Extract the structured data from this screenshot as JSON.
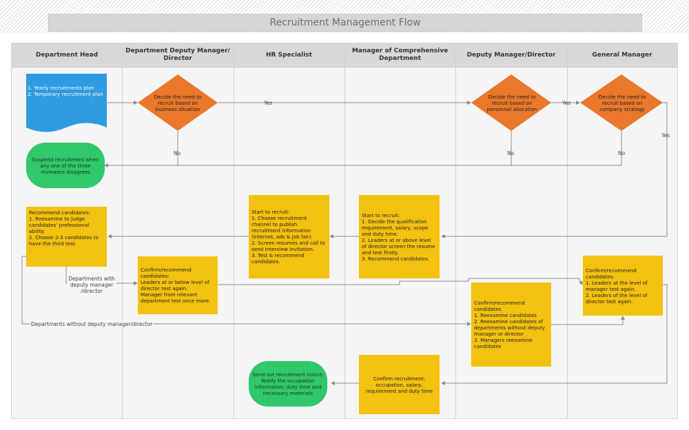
{
  "title": "Recruitment Management Flow",
  "lanes": [
    "Department Head",
    "Department Deputy Manager/ Director",
    "HR Specialist",
    "Manager of Comprehensive Department",
    "Deputy Manager/Director",
    "General Manager"
  ],
  "nodes": {
    "plan_doc": "1. Yearly recruitments plan\n2. Temporary recruitment plan",
    "decide_business": "Decide the need to recruit based on business situation",
    "decide_personnel": "Decide the need to recruit based on personnel allocation",
    "decide_strategy": "Decide the need to recruit based on company strategy",
    "suspend": "Suspend recruitment when any one of the three reviewers disagrees",
    "recommend_head": "Recommend candidates:\n1. Reexamine to judge candidates' professional ability.\n2. Choose 2-3 candidates to have the third test.",
    "hr_start": "Start to recruit:\n1. Choose recruitment channel to publish recruitment information (internet, ads & job fair).\n2. Screen resumes and call to send interview invitation.\n3. Test & recommend candidates.",
    "comp_start": "Start to recruit:\n1. Decide the qualification requirement, salary, scope and duty time.\n2. Leaders at or above level of director screen the resume and test firstly.\n3. Recommend candidates.",
    "deputy_confirm": "Confirm/recommend candidates:\nLeaders at or below level of director test again.\nManager from relevant department test once more.",
    "dm_confirm": "Confirm/recommend candidates\n1. Reexamine candidates\n2. Reexamine candidates of departments without deputy manager or director\n3. Managers reexamine candidates",
    "gm_confirm": "Confirm/recommend candidates:\n1. Leaders at the level of manager test again.\n2. Leaders of the level of director test again.",
    "confirm_recruit": "Confirm recruitment:\noccupation, salary, requirement and duty time",
    "send_notice": "Send out recruitment notice:\nNotify the occupation information, duty time and necessary materials"
  },
  "labels": {
    "yes1": "Yes",
    "yes2": "Yes",
    "yes3": "Yes",
    "no1": "No",
    "no2": "No",
    "no3": "No",
    "with_deputy": "Departments with deputy manager /director",
    "without_deputy": "Departments without deputy manager/director"
  },
  "colors": {
    "doc": "#2f9be0",
    "decision": "#e9782a",
    "process": "#f3c110",
    "terminal": "#2fc86a",
    "line": "#8c8c8c"
  }
}
